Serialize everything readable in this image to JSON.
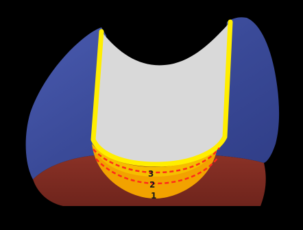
{
  "figure": {
    "labels": [
      "3",
      "2",
      "1"
    ]
  },
  "colors": {
    "background": "#000000",
    "enamel": "#3d4f9e",
    "dentin": "#7e2b22",
    "cavity": "#d9d9d9",
    "outline": "#ffee00",
    "zone_outer": "#f2a200",
    "zone_inner": "#f6bd00",
    "divider": "#ff2a1a"
  }
}
